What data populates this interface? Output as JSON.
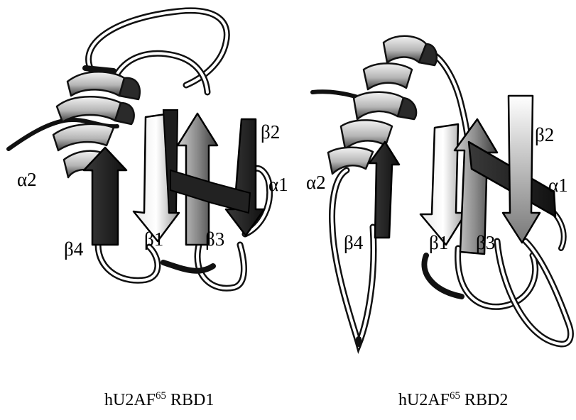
{
  "panels": [
    {
      "caption": {
        "pre": "hU2AF",
        "sup": "65",
        "post": " RBD1"
      },
      "labels": {
        "a2": "α2",
        "b4": "β4",
        "b1": "β1",
        "b3": "β3",
        "b2": "β2",
        "a1": "α1"
      }
    },
    {
      "caption": {
        "pre": "hU2AF",
        "sup": "65",
        "post": " RBD2"
      },
      "labels": {
        "a2": "α2",
        "b4": "β4",
        "b1": "β1",
        "b3": "β3",
        "b2": "β2",
        "a1": "α1"
      }
    }
  ]
}
